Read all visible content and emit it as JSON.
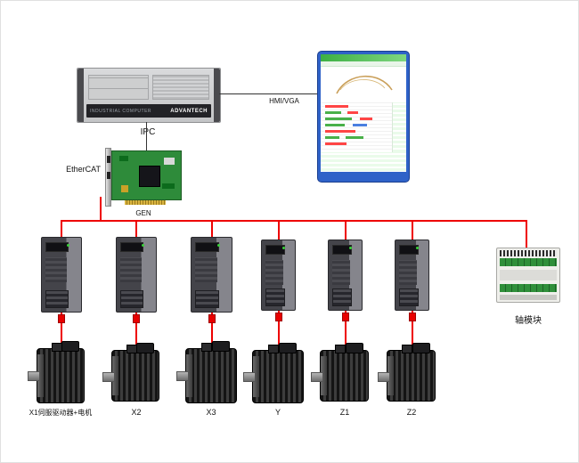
{
  "diagram": {
    "colors": {
      "bus": "#ee0000",
      "signal": "#333333",
      "pcb": "#2e8b3a",
      "monitor_frame": "#2f62c8"
    },
    "ipc": {
      "label": "IPC",
      "brand": "ADVANTECH",
      "panel_text": "INDUSTRIAL COMPUTER"
    },
    "hmi": {
      "link_label": "HMI/VGA"
    },
    "ethercat": {
      "label": "EtherCAT",
      "card_label": "GEN"
    },
    "axis_module": {
      "label": "轴模块"
    },
    "motor_labels": [
      "X1伺服驱动器+电机",
      "X2",
      "X3",
      "Y",
      "Z1",
      "Z2"
    ]
  }
}
